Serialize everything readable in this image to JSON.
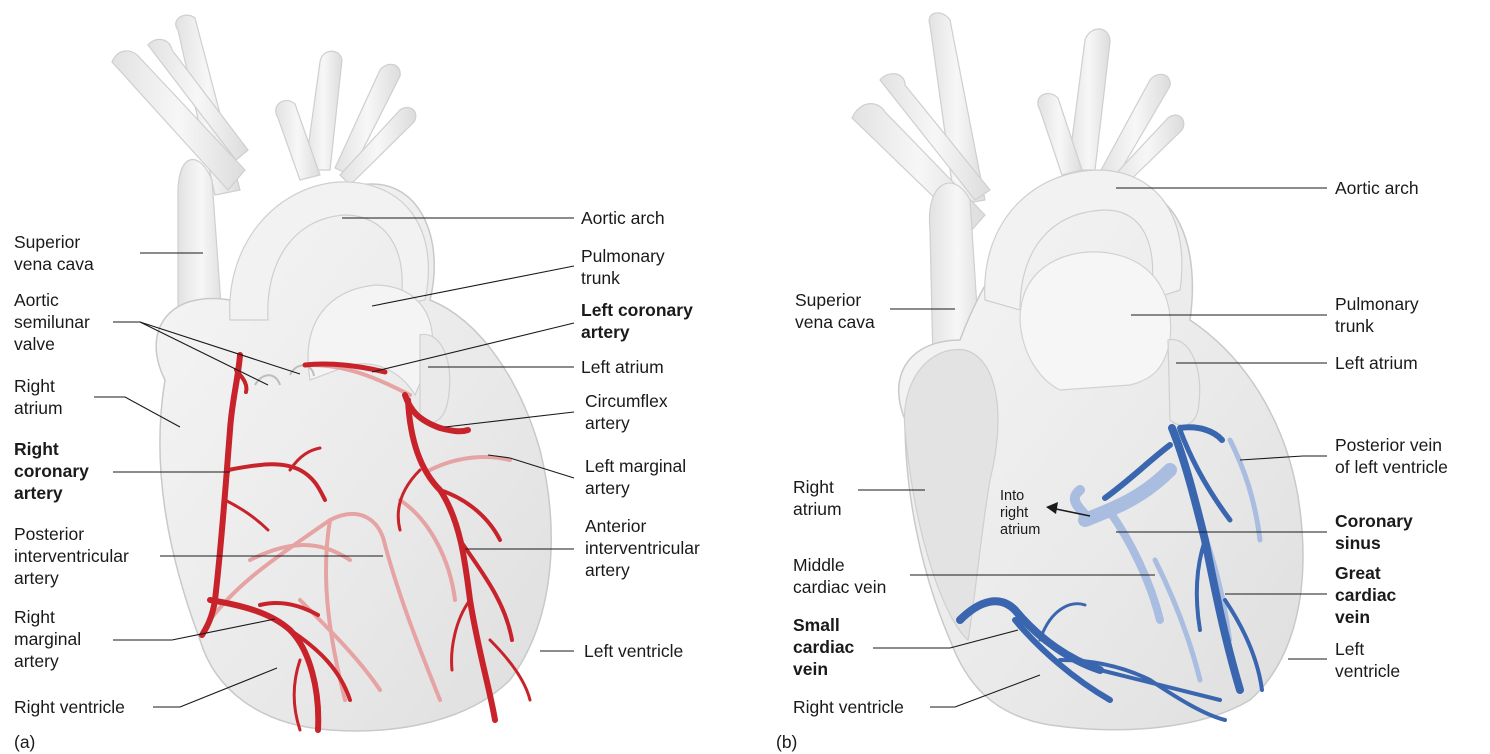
{
  "panel_a": {
    "caption": "(a)",
    "labels": {
      "superior_vena_cava": "Superior\nvena cava",
      "aortic_semilunar_valve": "Aortic\nsemilunar\nvalve",
      "right_atrium": "Right\natrium",
      "right_coronary_artery": "Right\ncoronary\nartery",
      "posterior_interventricular_artery": "Posterior\ninterventricular\nartery",
      "right_marginal_artery": "Right\nmarginal\nartery",
      "right_ventricle": "Right ventricle",
      "aortic_arch": "Aortic arch",
      "pulmonary_trunk": "Pulmonary\ntrunk",
      "left_coronary_artery": "Left coronary\nartery",
      "left_atrium": "Left atrium",
      "circumflex_artery": "Circumflex\nartery",
      "left_marginal_artery": "Left marginal\nartery",
      "anterior_interventricular_artery": "Anterior\ninterventricular\nartery",
      "left_ventricle": "Left ventricle"
    }
  },
  "panel_b": {
    "caption": "(b)",
    "labels": {
      "aortic_arch": "Aortic arch",
      "superior_vena_cava": "Superior\nvena cava",
      "pulmonary_trunk": "Pulmonary\ntrunk",
      "left_atrium": "Left atrium",
      "posterior_vein_of_left_ventricle": "Posterior vein\nof left ventricle",
      "right_atrium": "Right\natrium",
      "into_right_atrium": "Into\nright\natrium",
      "coronary_sinus": "Coronary\nsinus",
      "middle_cardiac_vein": "Middle\ncardiac vein",
      "great_cardiac_vein": "Great\ncardiac\nvein",
      "small_cardiac_vein": "Small\ncardiac\nvein",
      "left_ventricle": "Left\nventricle",
      "right_ventricle": "Right ventricle"
    }
  },
  "colors": {
    "artery": "#c8232b",
    "artery_faded": "#e6a3a3",
    "vein": "#3a66b0",
    "vein_faded": "#a9bde0",
    "heart_fill": "#ececec",
    "heart_outline": "#c9c9c9",
    "leader_line": "#1a1a1a"
  }
}
